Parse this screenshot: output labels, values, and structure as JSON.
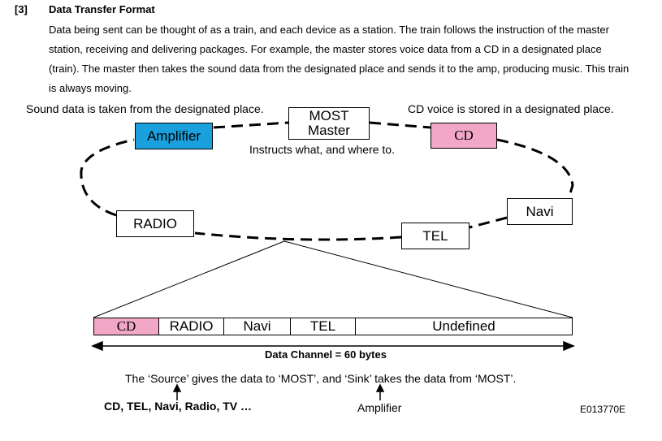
{
  "section": {
    "number": "[3]",
    "title": "Data Transfer Format",
    "paragraph": "Data being sent can be thought of as a train, and each device as a station. The train follows the instruction of the master station, receiving and delivering packages. For example, the master stores voice data from a CD in a designated place (train). The master then takes the sound data from the designated place and sends it to the amp, producing music. This train is always moving."
  },
  "ring": {
    "caption_left": "Sound data is taken from the designated place.",
    "caption_right": "CD voice is stored in a designated place.",
    "master_line1": "MOST",
    "master_line2": "Master",
    "master_caption": "Instructs what, and where to.",
    "amplifier": "Amplifier",
    "cd": "CD",
    "radio": "RADIO",
    "tel": "TEL",
    "navi": "Navi"
  },
  "channel": {
    "segments": [
      "CD",
      "RADIO",
      "Navi",
      "TEL",
      "Undefined"
    ],
    "label": "Data Channel = 60 bytes"
  },
  "footer": {
    "source_sink_text": "The ‘Source’ gives the data to ‘MOST’, and ‘Sink’ takes the data from ‘MOST’.",
    "source_examples": "CD, TEL, Navi, Radio, TV …",
    "sink_example": "Amplifier",
    "figure_code": "E013770E"
  },
  "colors": {
    "amplifier_fill": "#1aa0dc",
    "cd_fill": "#f2a7c6",
    "line": "#000000"
  }
}
